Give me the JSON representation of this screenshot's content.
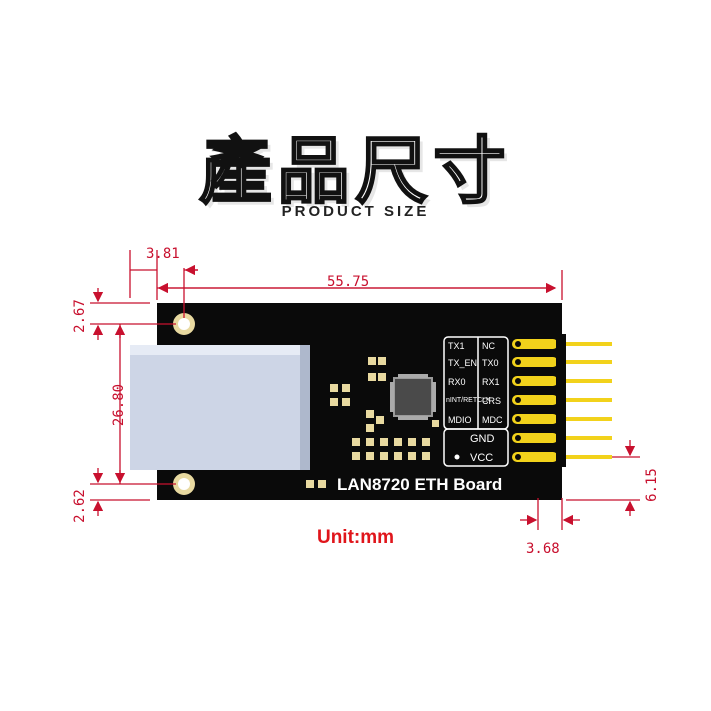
{
  "title_cn": "產品尺寸",
  "title_en": "PRODUCT SIZE",
  "unit_label": "Unit:mm",
  "board_name": "LAN8720 ETH Board",
  "dimensions": {
    "left_offset": "3.81",
    "width": "55.75",
    "top_hole": "2.67",
    "height": "26.80",
    "bottom_hole": "2.62",
    "pin_pitch_offset": "3.68",
    "pin_length": "6.15"
  },
  "pin_labels_left": [
    "TX1",
    "TX_EN",
    "RX0",
    "nINT/RETCLK",
    "MDIO"
  ],
  "pin_labels_right": [
    "NC",
    "TX0",
    "RX1",
    "CRS",
    "MDC"
  ],
  "pin_labels_power": [
    "GND",
    "VCC"
  ],
  "colors": {
    "dimension": "#c8102e",
    "board": "#0a0a0a",
    "pin": "#f2d21b",
    "unit": "#e0151b"
  }
}
